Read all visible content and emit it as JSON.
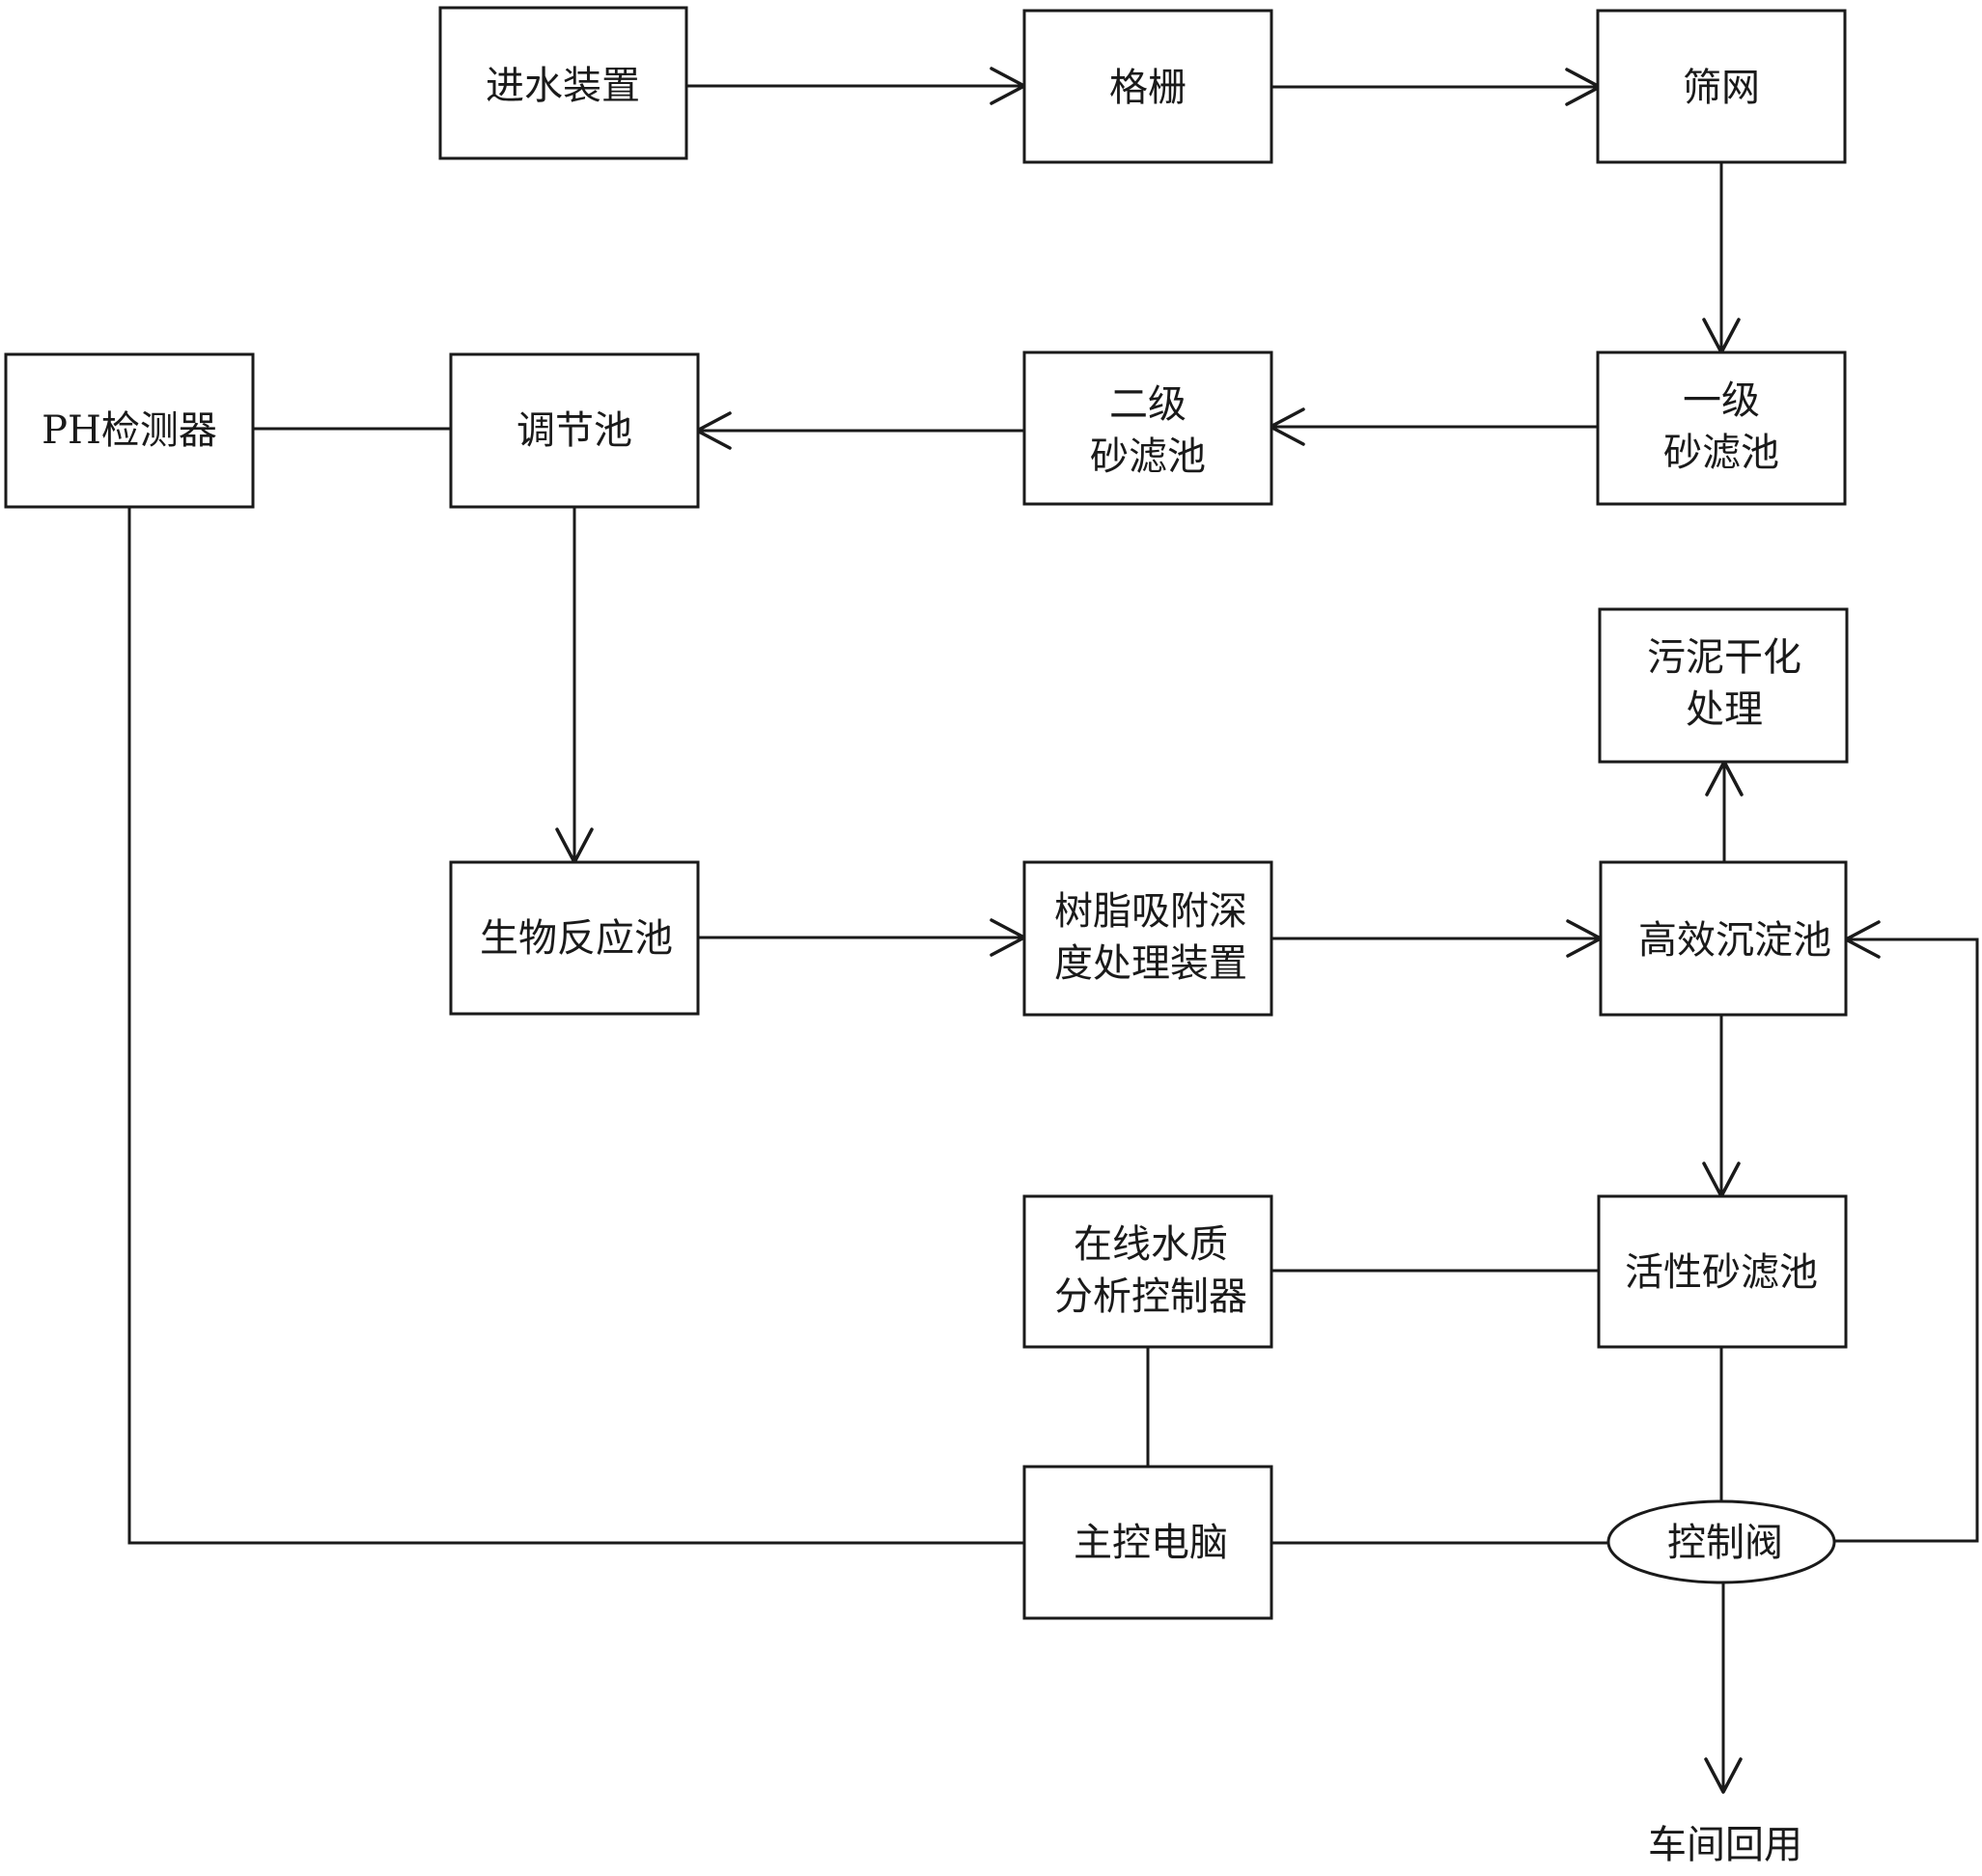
{
  "nodes": {
    "inlet": [
      "进水装置"
    ],
    "grille": [
      "格栅"
    ],
    "screen": [
      "筛网"
    ],
    "sand1": [
      "一级",
      "砂滤池"
    ],
    "sand2": [
      "二级",
      "砂滤池"
    ],
    "regulate": [
      "调节池"
    ],
    "ph": [
      "PH检测器"
    ],
    "sludge": [
      "污泥干化",
      "处理"
    ],
    "bio": [
      "生物反应池"
    ],
    "resin": [
      "树脂吸附深",
      "度处理装置"
    ],
    "sediment": [
      "高效沉淀池"
    ],
    "analyzer": [
      "在线水质",
      "分析控制器"
    ],
    "active_sand": [
      "活性砂滤池"
    ],
    "computer": [
      "主控电脑"
    ],
    "valve": [
      "控制阀"
    ]
  },
  "terminal_label": "车间回用",
  "edges": [
    {
      "from": "inlet",
      "to": "grille",
      "arrow": true
    },
    {
      "from": "grille",
      "to": "screen",
      "arrow": true
    },
    {
      "from": "screen",
      "to": "sand1",
      "arrow": true
    },
    {
      "from": "sand1",
      "to": "sand2",
      "arrow": true
    },
    {
      "from": "sand2",
      "to": "regulate",
      "arrow": true
    },
    {
      "from": "ph",
      "to": "regulate",
      "arrow": false
    },
    {
      "from": "regulate",
      "to": "bio",
      "arrow": true
    },
    {
      "from": "bio",
      "to": "resin",
      "arrow": true
    },
    {
      "from": "resin",
      "to": "sediment",
      "arrow": true
    },
    {
      "from": "sediment",
      "to": "sludge",
      "arrow": true
    },
    {
      "from": "sediment",
      "to": "active_sand",
      "arrow": true
    },
    {
      "from": "analyzer",
      "to": "active_sand",
      "arrow": false
    },
    {
      "from": "analyzer",
      "to": "computer",
      "arrow": false
    },
    {
      "from": "ph",
      "to": "computer",
      "arrow": false
    },
    {
      "from": "computer",
      "to": "valve",
      "arrow": false
    },
    {
      "from": "active_sand",
      "to": "valve",
      "arrow": false
    },
    {
      "from": "valve",
      "to": "sediment",
      "arrow": true
    },
    {
      "from": "valve",
      "to": "terminal",
      "arrow": true
    }
  ]
}
